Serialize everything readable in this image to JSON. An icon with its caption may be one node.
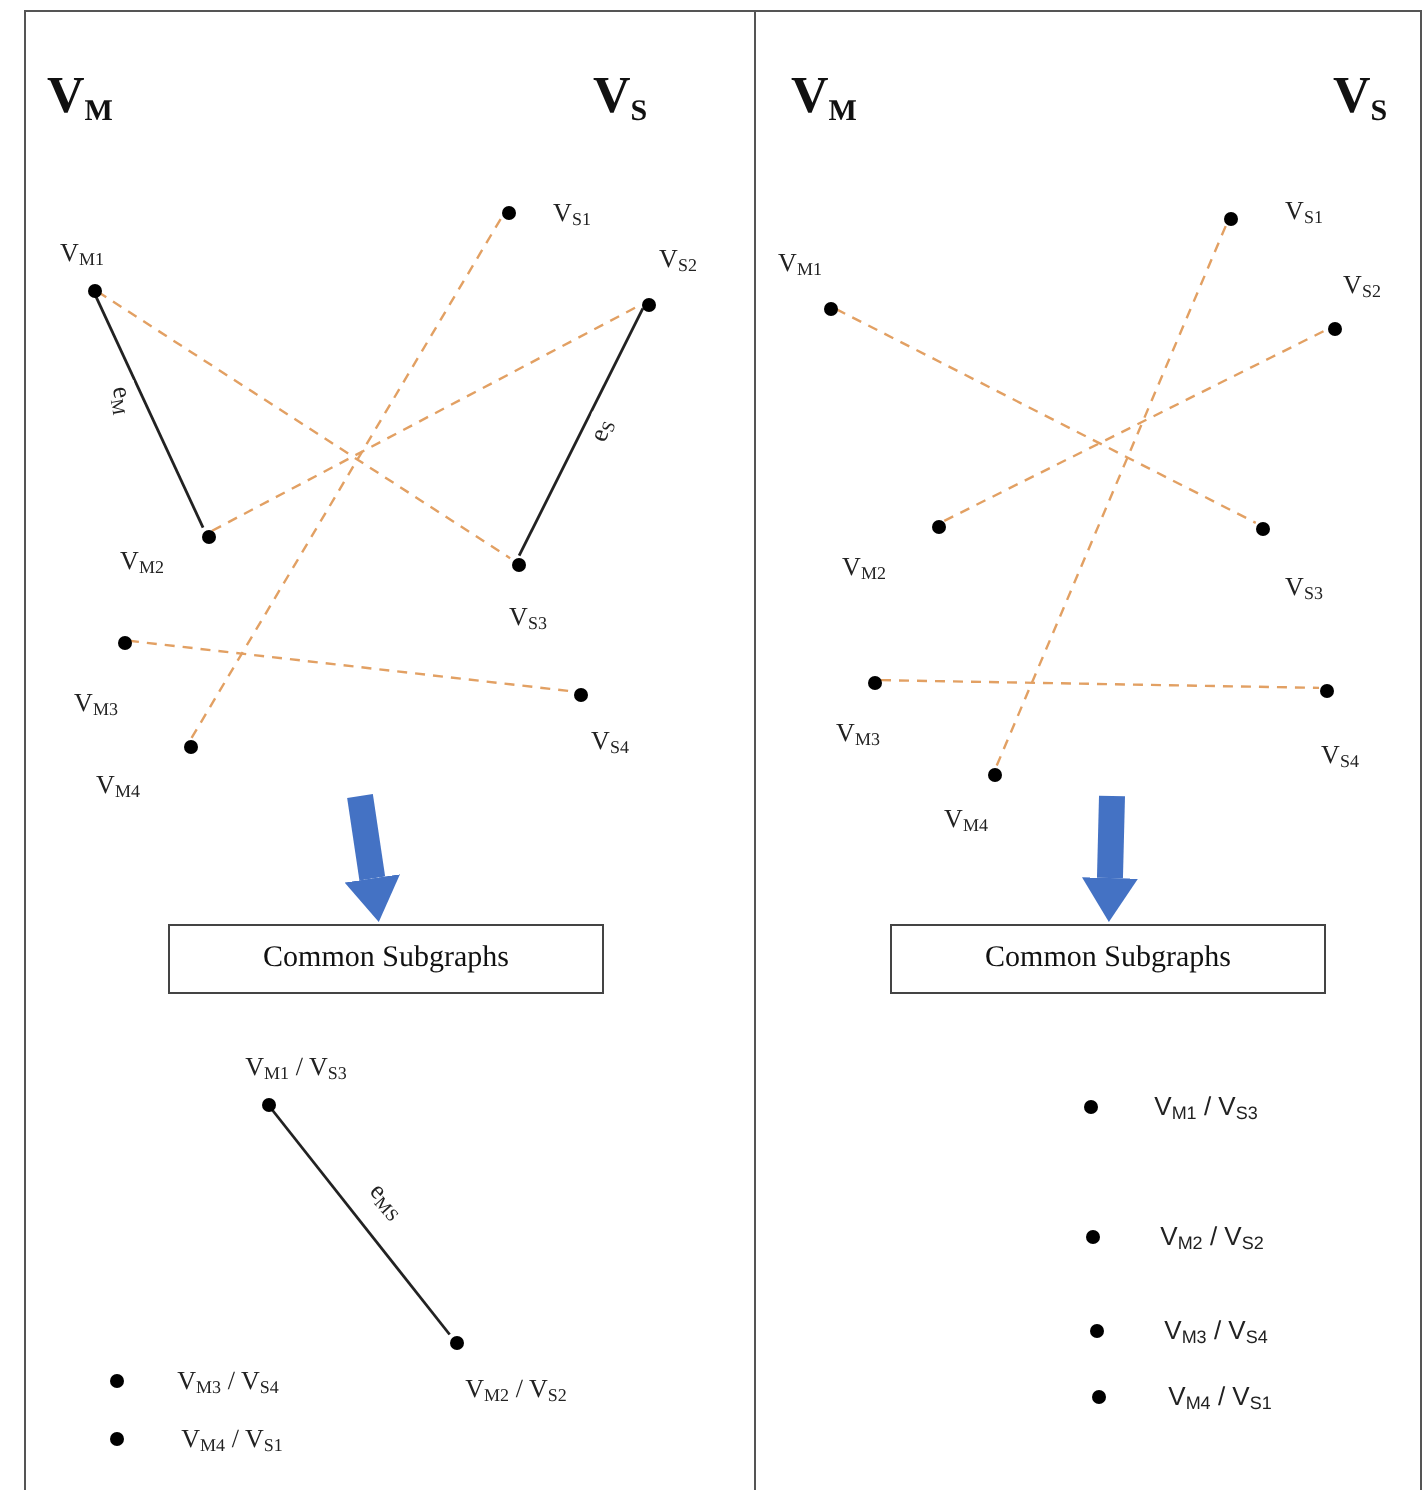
{
  "diagram": {
    "nodes": [
      {
        "text": [],
        "shape": "box"
      },
      {
        "text": [],
        "shape": "box"
      },
      {
        "text": [],
        "shape": "circle",
        "in": 0,
        "beside": [
          "V$_{M1}$"
        ]
      },
      {
        "text": [],
        "shape": "circle",
        "in": 0,
        "beside": [
          "V$_{S1}$"
        ]
      },
      {
        "text": [],
        "shape": "circle",
        "in": 0,
        "beside": [
          "V$_{S2}$"
        ]
      },
      {
        "text": [],
        "shape": "circle",
        "in": 0,
        "beside": [
          "V$_{M2}$"
        ]
      },
      {
        "text": [],
        "shape": "circle",
        "in": 0,
        "beside": [
          "V$_{S3}$"
        ]
      },
      {
        "text": [],
        "shape": "circle",
        "in": 0,
        "beside": [
          "V$_{M3}$"
        ]
      },
      {
        "text": [],
        "shape": "circle",
        "in": 0,
        "beside": [
          "V$_{S4}$"
        ]
      },
      {
        "text": [],
        "shape": "circle",
        "in": 0,
        "beside": [
          "V$_{M4}$"
        ]
      },
      {
        "text": [
          "Common Subgraphs"
        ],
        "in": 0
      },
      {
        "text": [],
        "shape": "circle",
        "in": 0,
        "beside": [
          "V$_{M1}$ / V$_{S3}$"
        ]
      },
      {
        "text": [],
        "shape": "circle",
        "in": 0,
        "beside": [
          "V$_{M2}$ / V$_{S2}$"
        ]
      },
      {
        "text": [],
        "shape": "circle",
        "in": 0,
        "beside": [
          "V$_{M3}$ / V$_{S4}$"
        ]
      },
      {
        "text": [],
        "shape": "circle",
        "in": 0,
        "beside": [
          "V$_{M4}$ / V$_{S1}$"
        ]
      },
      {
        "text": [],
        "shape": "circle",
        "in": 1,
        "beside": [
          "V$_{M1}$"
        ]
      },
      {
        "text": [],
        "shape": "circle",
        "in": 1,
        "beside": [
          "V$_{S1}$"
        ]
      },
      {
        "text": [],
        "shape": "circle",
        "in": 1,
        "beside": [
          "V$_{S2}$"
        ]
      },
      {
        "text": [],
        "shape": "circle",
        "in": 1,
        "beside": [
          "V$_{M2}$"
        ]
      },
      {
        "text": [],
        "shape": "circle",
        "in": 1,
        "beside": [
          "V$_{S3}$"
        ]
      },
      {
        "text": [],
        "shape": "circle",
        "in": 1,
        "beside": [
          "V$_{M3}$"
        ]
      },
      {
        "text": [],
        "shape": "circle",
        "in": 1,
        "beside": [
          "V$_{S4}$"
        ]
      },
      {
        "text": [],
        "shape": "circle",
        "in": 1,
        "beside": [
          "V$_{M4}$"
        ]
      },
      {
        "text": [
          "Common Subgraphs"
        ],
        "in": 1
      },
      {
        "text": [],
        "shape": "circle",
        "in": 1,
        "beside": [
          "V$_{M1}$ / V$_{S3}$"
        ]
      },
      {
        "text": [],
        "shape": "circle",
        "in": 1,
        "beside": [
          "V$_{M2}$ / V$_{S2}$"
        ]
      },
      {
        "text": [],
        "shape": "circle",
        "in": 1,
        "beside": [
          "V$_{M3}$ / V$_{S4}$"
        ]
      },
      {
        "text": [],
        "shape": "circle",
        "in": 1,
        "beside": [
          "V$_{M4}$ / V$_{S1}$"
        ]
      }
    ],
    "edges": [
      {
        "from": 2,
        "to": 6,
        "arrow": "none",
        "style": "dashed",
        "color": "#e2a063"
      },
      {
        "from": 5,
        "to": 4,
        "arrow": "none",
        "style": "dashed",
        "color": "#e2a063"
      },
      {
        "from": 7,
        "to": 8,
        "arrow": "none",
        "style": "dashed",
        "color": "#e2a063"
      },
      {
        "from": 9,
        "to": 3,
        "arrow": "none",
        "style": "dashed",
        "color": "#e2a063"
      },
      {
        "from": 2,
        "to": 5,
        "arrow": "none",
        "label": "e$_{M}$",
        "color": "#222222"
      },
      {
        "from": 4,
        "to": 6,
        "arrow": "none",
        "label": "e$_{S}$",
        "color": "#222222"
      },
      {
        "from": null,
        "to": 10,
        "arrow": "to",
        "style": "thick",
        "color": "#4472c4"
      },
      {
        "from": 11,
        "to": 12,
        "arrow": "none",
        "label": "e$_{MS}$",
        "color": "#222222"
      },
      {
        "from": 15,
        "to": 19,
        "arrow": "none",
        "style": "dashed",
        "color": "#e2a063"
      },
      {
        "from": 18,
        "to": 17,
        "arrow": "none",
        "style": "dashed",
        "color": "#e2a063"
      },
      {
        "from": 20,
        "to": 21,
        "arrow": "none",
        "style": "dashed",
        "color": "#e2a063"
      },
      {
        "from": 22,
        "to": 16,
        "arrow": "none",
        "style": "dashed",
        "color": "#e2a063"
      },
      {
        "from": null,
        "to": 23,
        "arrow": "to",
        "style": "thick",
        "color": "#4472c4"
      }
    ],
    "labels": [
      "V$_{M}$",
      "V$_{S}$",
      "V$_{M}$",
      "V$_{S}$"
    ]
  }
}
